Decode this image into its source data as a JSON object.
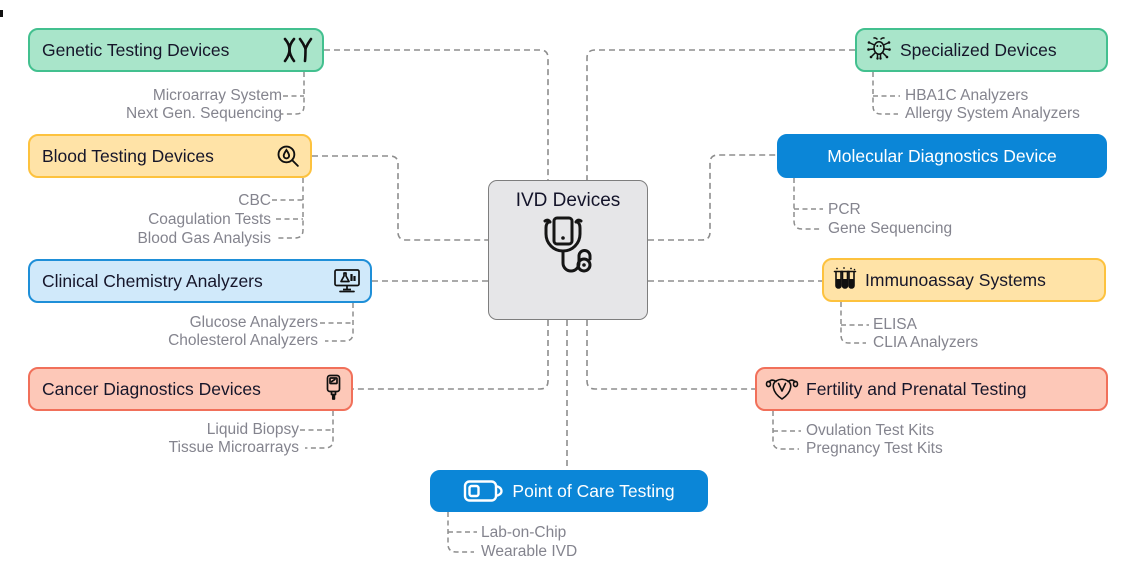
{
  "center": {
    "label": "IVD Devices",
    "icon": "stethoscope-phone-icon"
  },
  "branches": {
    "genetic": {
      "label": "Genetic Testing Devices",
      "icon": "chromosomes-icon",
      "children": [
        "Microarray System",
        "Next Gen. Sequencing"
      ]
    },
    "blood": {
      "label": "Blood Testing Devices",
      "icon": "magnifier-blood-icon",
      "children": [
        "CBC",
        "Coagulation Tests",
        "Blood Gas Analysis"
      ]
    },
    "clinical": {
      "label": "Clinical Chemistry Analyzers",
      "icon": "monitor-flask-icon",
      "children": [
        "Glucose Analyzers",
        "Cholesterol Analyzers"
      ]
    },
    "cancer": {
      "label": "Cancer Diagnostics Devices",
      "icon": "glucose-meter-icon",
      "children": [
        "Liquid Biopsy",
        "Tissue Microarrays"
      ]
    },
    "specialized": {
      "label": "Specialized Devices",
      "icon": "dust-mite-icon",
      "children": [
        "HBA1C Analyzers",
        "Allergy System Analyzers"
      ]
    },
    "molecular": {
      "label": "Molecular Diagnostics Device",
      "icon": "",
      "children": [
        "PCR",
        "Gene Sequencing"
      ]
    },
    "immunoassay": {
      "label": "Immunoassay Systems",
      "icon": "test-tubes-icon",
      "children": [
        "ELISA",
        "CLIA Analyzers"
      ]
    },
    "fertility": {
      "label": "Fertility and Prenatal Testing",
      "icon": "uterus-icon",
      "children": [
        "Ovulation Test Kits",
        "Pregnancy Test Kits"
      ]
    },
    "poc": {
      "label": "Point of Care Testing",
      "icon": "battery-device-icon",
      "children": [
        "Lab-on-Chip",
        "Wearable IVD"
      ]
    }
  },
  "colors": {
    "green_fill": "#a9e5ca",
    "green_border": "#43c08f",
    "yellow_fill": "#ffe3a7",
    "yellow_border": "#fdc23e",
    "lightblue_fill": "#d0e9fa",
    "lightblue_border": "#1e8fd8",
    "pink_fill": "#fdc8b8",
    "pink_border": "#f1705a",
    "solid_blue": "#0b86d7",
    "center_fill": "#e6e6e8",
    "connector_gray": "#8d8d8d",
    "subitem_text": "#84848e",
    "label_text": "#16162a"
  }
}
